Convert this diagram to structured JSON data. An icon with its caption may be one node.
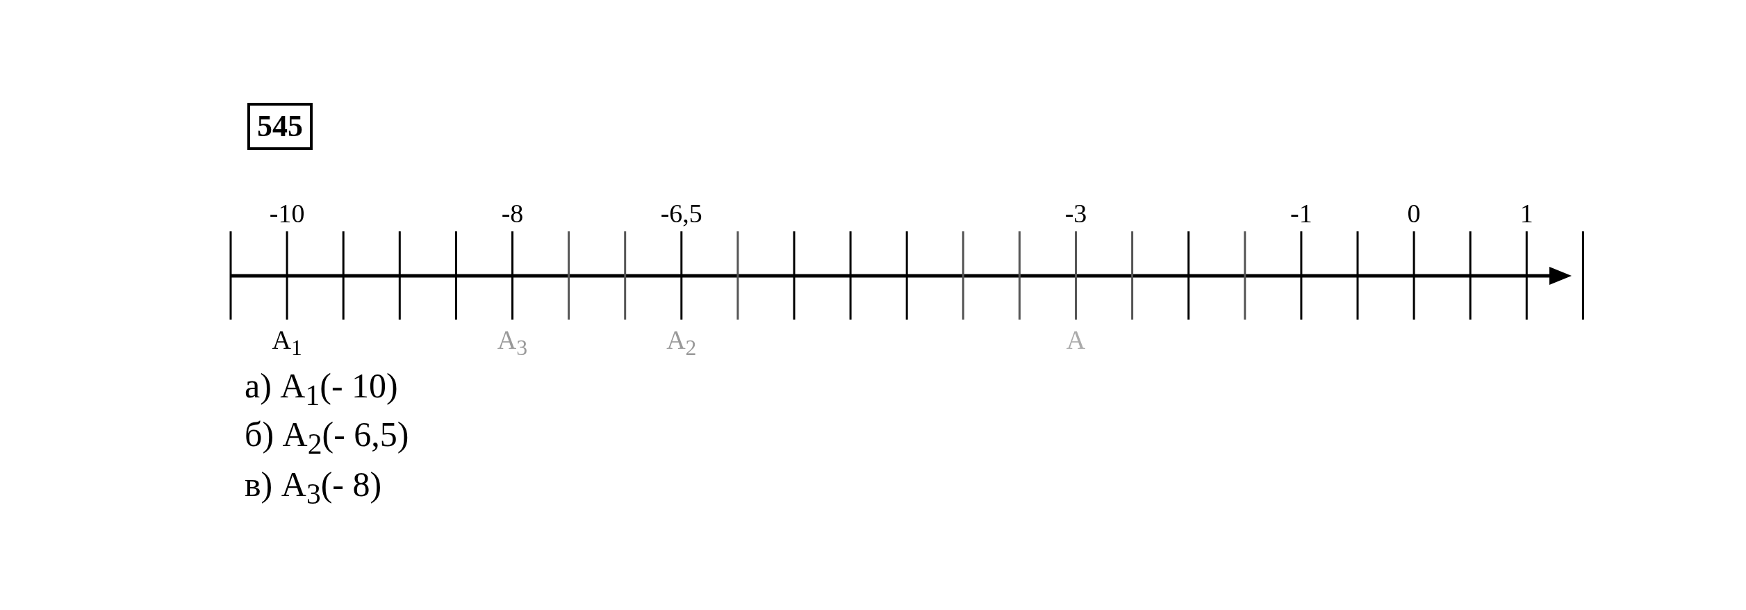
{
  "diagram": {
    "labels": [
      "545",
      "-10",
      "-8",
      "-6,5",
      "-3",
      "-1",
      "0",
      "1",
      "A$_{1}$",
      "A$_{3}$",
      "A$_{2}$",
      "A",
      "а) A$_{1}$(- 10)",
      "б) A$_{2}$(- 6,5)",
      "в) A$_{3}$(- 8)"
    ]
  }
}
